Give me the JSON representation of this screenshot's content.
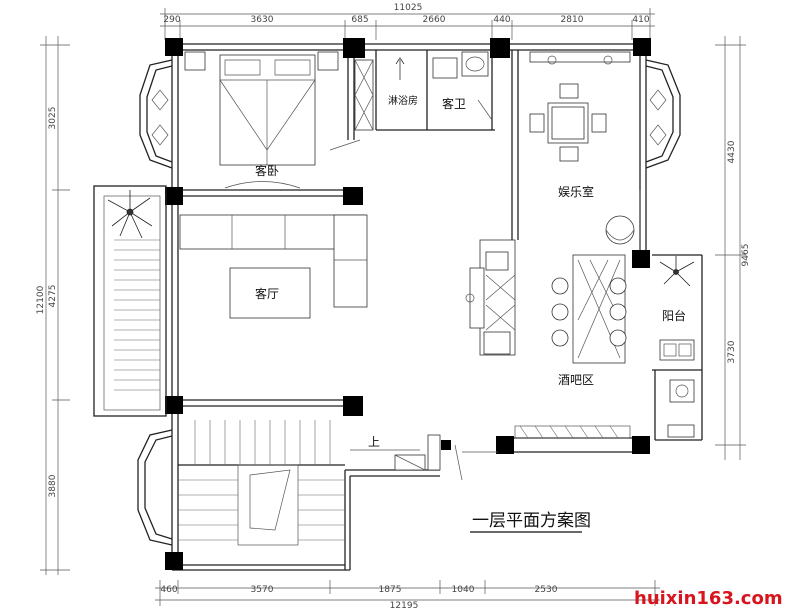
{
  "drawing": {
    "title": "一层平面方案图",
    "watermark": "huixin163.com"
  },
  "dimensions": {
    "top_total": "11025",
    "top": [
      "290",
      "3630",
      "685",
      "2660",
      "440",
      "2810",
      "410"
    ],
    "bottom_total": "12195",
    "bottom": [
      "460",
      "3570",
      "1875",
      "1040",
      "2530"
    ],
    "left_total": "12100",
    "left": [
      "3025",
      "4275",
      "3880"
    ],
    "right_total": "9465",
    "right": [
      "4430",
      "3730"
    ]
  },
  "rooms": {
    "guest_bedroom": "客卧",
    "shower_room": "淋浴房",
    "guest_bath": "客卫",
    "entertainment": "娱乐室",
    "living_room": "客厅",
    "balcony": "阳台",
    "bar_area": "酒吧区",
    "stair_up": "上"
  }
}
